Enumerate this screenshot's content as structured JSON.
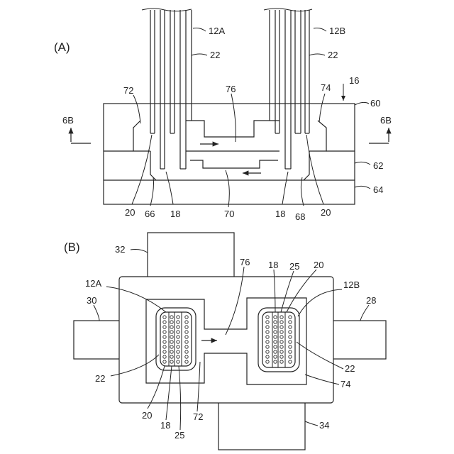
{
  "panels": {
    "a": "(A)",
    "b": "(B)"
  },
  "section_marks": {
    "left": "6B",
    "right": "6B"
  },
  "labels_a": {
    "bundle_left": "12A",
    "bundle_right": "12B",
    "fiber_left": "22",
    "fiber_right": "22",
    "housing": "16",
    "top_plate": "60",
    "middle_plate": "62",
    "bottom_plate": "64",
    "inlet_cavity": "72",
    "outlet_cavity": "74",
    "channel_upper": "76",
    "channel_lower": "70",
    "sheath_left": "20",
    "sheath_right": "20",
    "port_left": "66",
    "port_right": "68",
    "tip_left": "18",
    "tip_right": "18"
  },
  "labels_b": {
    "top_block": "32",
    "left_block": "30",
    "right_block": "28",
    "bottom_block": "34",
    "channel": "76",
    "bundle_left": "12A",
    "bundle_right": "12B",
    "fiber_left": "22",
    "fiber_right": "22",
    "inlet": "72",
    "outlet": "74",
    "sheath_left": "20",
    "tip_left": "18",
    "core_left": "25",
    "tip_right": "18",
    "core_right": "25",
    "sheath_right": "20"
  },
  "colors": {
    "line": "#222222",
    "background": "#ffffff"
  }
}
